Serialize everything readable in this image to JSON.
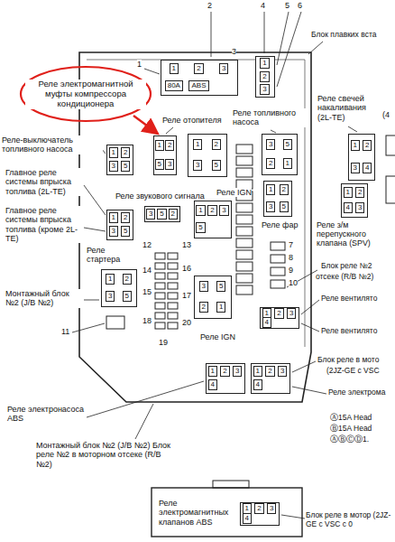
{
  "diagram": {
    "nodes": [
      {
        "text": [
          "1",
          "2",
          "3",
          "80A",
          "ABS"
        ]
      },
      {
        "text": [
          "1",
          "2",
          "3"
        ]
      },
      {
        "text": [
          "1",
          "2",
          "5",
          "3"
        ]
      },
      {
        "text": [
          "1",
          "2",
          "3",
          "5"
        ]
      },
      {
        "text": [
          "3",
          "5",
          "2",
          "1"
        ]
      },
      {
        "text": [
          "1",
          "2",
          "3",
          "4"
        ]
      },
      {
        "text": [
          "1",
          "2",
          "3",
          "5"
        ]
      },
      {
        "text": [
          "3",
          "5",
          "2"
        ]
      },
      {
        "text": [
          "1",
          "2",
          "3",
          "5"
        ]
      },
      {
        "text": [
          "1",
          "2",
          "3",
          "5"
        ]
      },
      {
        "text": [
          "1",
          "2",
          "3",
          "5"
        ]
      },
      {
        "text": [
          "1",
          "2",
          "4",
          "3"
        ]
      },
      {
        "text": [
          "1",
          "2",
          "3",
          "5"
        ]
      },
      {
        "text": [
          "3",
          "5",
          "2",
          "1"
        ]
      },
      {
        "text": [
          "1",
          "2",
          "3",
          "4"
        ]
      },
      {
        "text": [
          "1",
          "2",
          "3",
          "4"
        ]
      },
      {
        "text": [
          "1",
          "2",
          "3",
          "4"
        ]
      },
      {
        "text": [
          "1",
          "2",
          "3",
          "4"
        ]
      }
    ],
    "labels": [
      "Блок плавких вста",
      "Реле электромагнитной муфты компрессора кондиционера",
      "1",
      "2",
      "3",
      "4",
      "5",
      "6",
      "Реле отопителя",
      "Реле топливного насоса",
      "Реле свечей накаливания (2L-TE)",
      "(4",
      "Реле-выключатель топливного насоса",
      "Главное реле системы впрыска топлива (2L-TE)",
      "Главное реле системы впрыска топлива (кроме 2L-TE)",
      "Реле звукового сигнала",
      "Реле IGN",
      "Реле фар",
      "Реле з/м перепускного клапана (SPV)",
      "Реле стартера",
      "Монтажный блок №2 (J/B №2)",
      "7",
      "8",
      "9",
      "10",
      "11",
      "12",
      "13",
      "14",
      "15",
      "16",
      "17",
      "18",
      "19",
      "20",
      "Реле IGN",
      "Блок реле №2",
      "отсеке (R/B №2)",
      "Реле вентилято",
      "Реле вентилято",
      "Блок реле в мото",
      "(2JZ-GE с VSC",
      "Реле электрома",
      "Реле электронасоса ABS",
      "Ⓐ15A Head",
      "Ⓑ15A Head",
      "ⒶⒷⒸⒹ1.",
      "Монтажный блок №2 (J/B №2) Блок реле №2 в моторном отсеке (R/B №2)",
      "Реле электромагнитных клапанов ABS",
      "Блок реле в мотор (2JZ-GE с VSC с 0"
    ]
  }
}
